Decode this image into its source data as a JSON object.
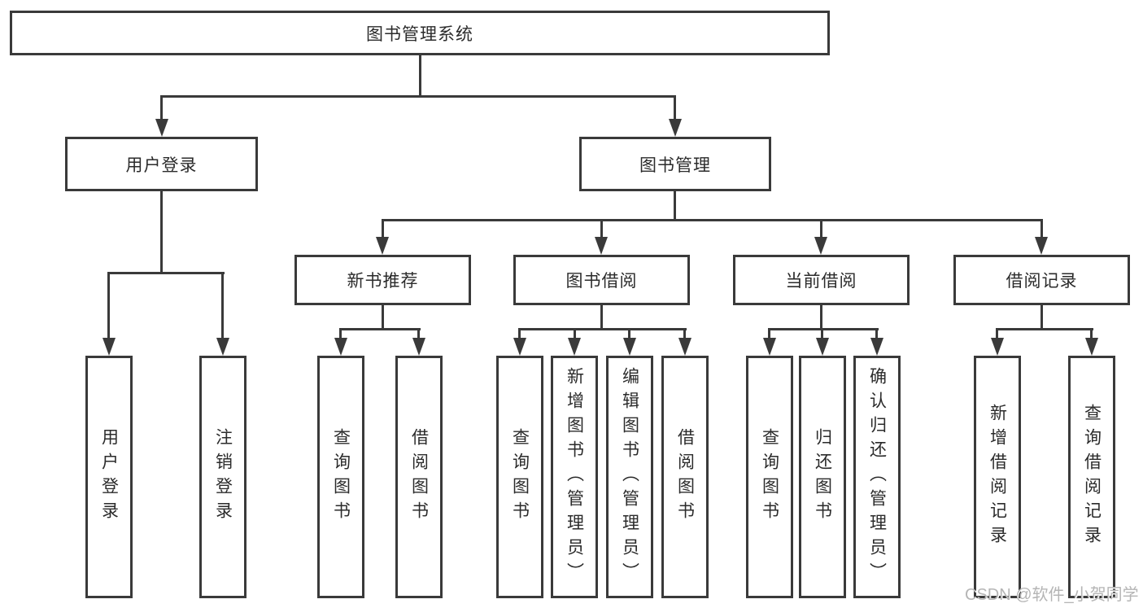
{
  "diagram": {
    "root": {
      "label": "图书管理系统"
    },
    "level2": [
      {
        "label": "用户登录"
      },
      {
        "label": "图书管理"
      }
    ],
    "level3": [
      {
        "label": "新书推荐"
      },
      {
        "label": "图书借阅"
      },
      {
        "label": "当前借阅"
      },
      {
        "label": "借阅记录"
      }
    ],
    "leaves": {
      "user_login": [
        "用户登录",
        "注销登录"
      ],
      "new_books": [
        "查询图书",
        "借阅图书"
      ],
      "book_borrow": [
        "查询图书",
        "新增图书（管理员）",
        "编辑图书（管理员）",
        "借阅图书"
      ],
      "current_borrow": [
        "查询图书",
        "归还图书",
        "确认归还（管理员）"
      ],
      "borrow_records": [
        "新增借阅记录",
        "查询借阅记录"
      ]
    },
    "watermark": "CSDN @软件_小贺同学",
    "colors": {
      "line": "#3a3a3a",
      "text": "#2b2b2b",
      "watermark": "#b5b5b5"
    }
  }
}
